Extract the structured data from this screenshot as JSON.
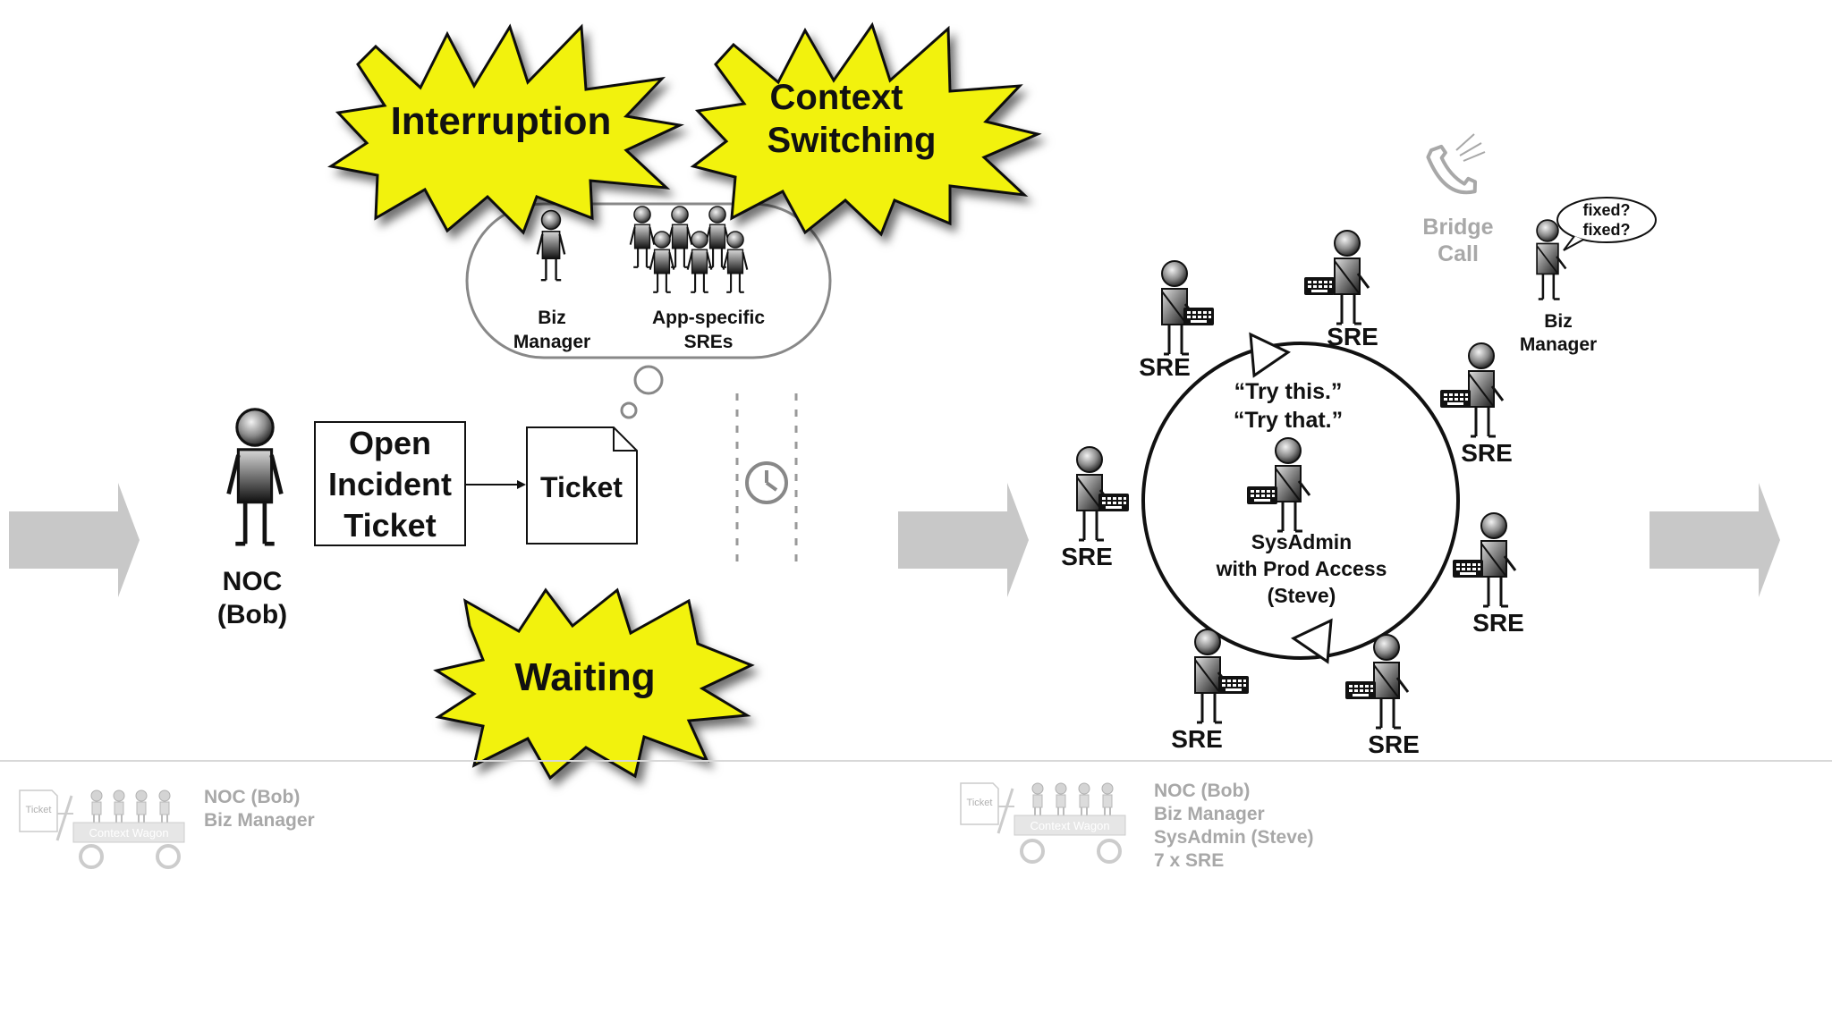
{
  "bursts": {
    "interruption": "Interruption",
    "context_line1": "Context",
    "context_line2": "Switching",
    "waiting": "Waiting"
  },
  "thought_bubble": {
    "biz_line1": "Biz",
    "biz_line2": "Manager",
    "sres_line1": "App-specific",
    "sres_line2": "SREs"
  },
  "noc": {
    "line1": "NOC",
    "line2": "(Bob)"
  },
  "process_box": {
    "line1": "Open",
    "line2": "Incident",
    "line3": "Ticket"
  },
  "ticket": "Ticket",
  "swarm": {
    "quote1": "“Try this.”",
    "quote2": "“Try that.”",
    "sysadmin_line1": "SysAdmin",
    "sysadmin_line2": "with Prod Access",
    "sysadmin_line3": "(Steve)",
    "sre_label": "SRE",
    "bridge_line1": "Bridge",
    "bridge_line2": "Call",
    "speech_line1": "fixed?",
    "speech_line2": "fixed?",
    "biz_line1": "Biz",
    "biz_line2": "Manager"
  },
  "wagon": {
    "ticket_label": "Ticket",
    "wagon_label": "Context Wagon"
  },
  "wagon_left_list": [
    "NOC (Bob)",
    "Biz Manager"
  ],
  "wagon_right_list": [
    "NOC (Bob)",
    "Biz Manager",
    "SysAdmin (Steve)",
    "7 x SRE"
  ],
  "colors": {
    "burst_fill": "#f2f20f",
    "arrow_gray": "#c8c8c8",
    "faded_gray": "#a8a8a8",
    "divider": "#d8d8d8"
  }
}
